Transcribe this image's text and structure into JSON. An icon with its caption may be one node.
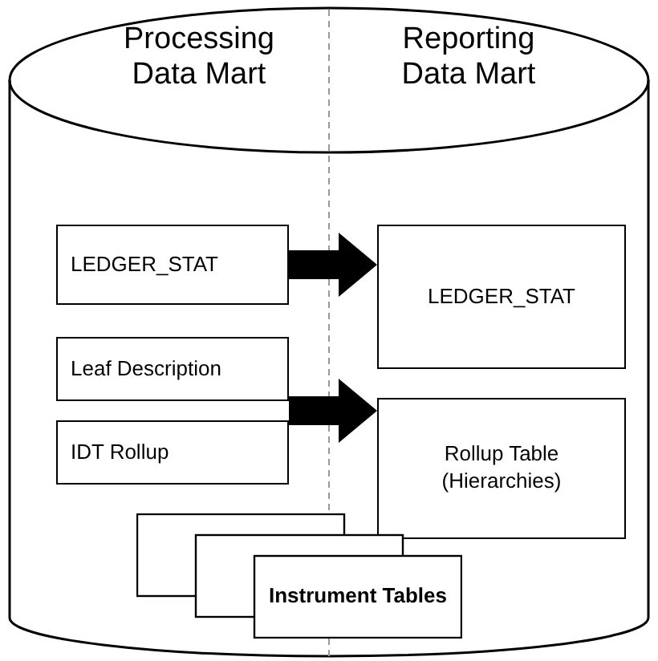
{
  "diagram": {
    "nodes": [
      {
        "text": [
          "Processing Data Mart",
          "Reporting Data Mart"
        ]
      },
      {
        "text": [
          "LEDGER_STAT"
        ],
        "in": 0
      },
      {
        "text": [
          "LEDGER_STAT"
        ],
        "in": 0
      },
      {
        "text": [
          "Leaf Description"
        ],
        "in": 0
      },
      {
        "text": [
          "IDT Rollup"
        ],
        "in": 0
      },
      {
        "text": [
          "Rollup Table (Hierarchies)"
        ],
        "in": 0
      },
      {
        "text": [
          "Instrument Tables"
        ],
        "in": 0
      }
    ],
    "edges": [
      {
        "from": 1,
        "to": 2,
        "arrow": "to",
        "style": "thick"
      },
      {
        "from": 3,
        "to": 5,
        "arrow": "to",
        "style": "thick"
      },
      {
        "from": 4,
        "to": 5,
        "arrow": "to",
        "style": "thick"
      }
    ]
  }
}
